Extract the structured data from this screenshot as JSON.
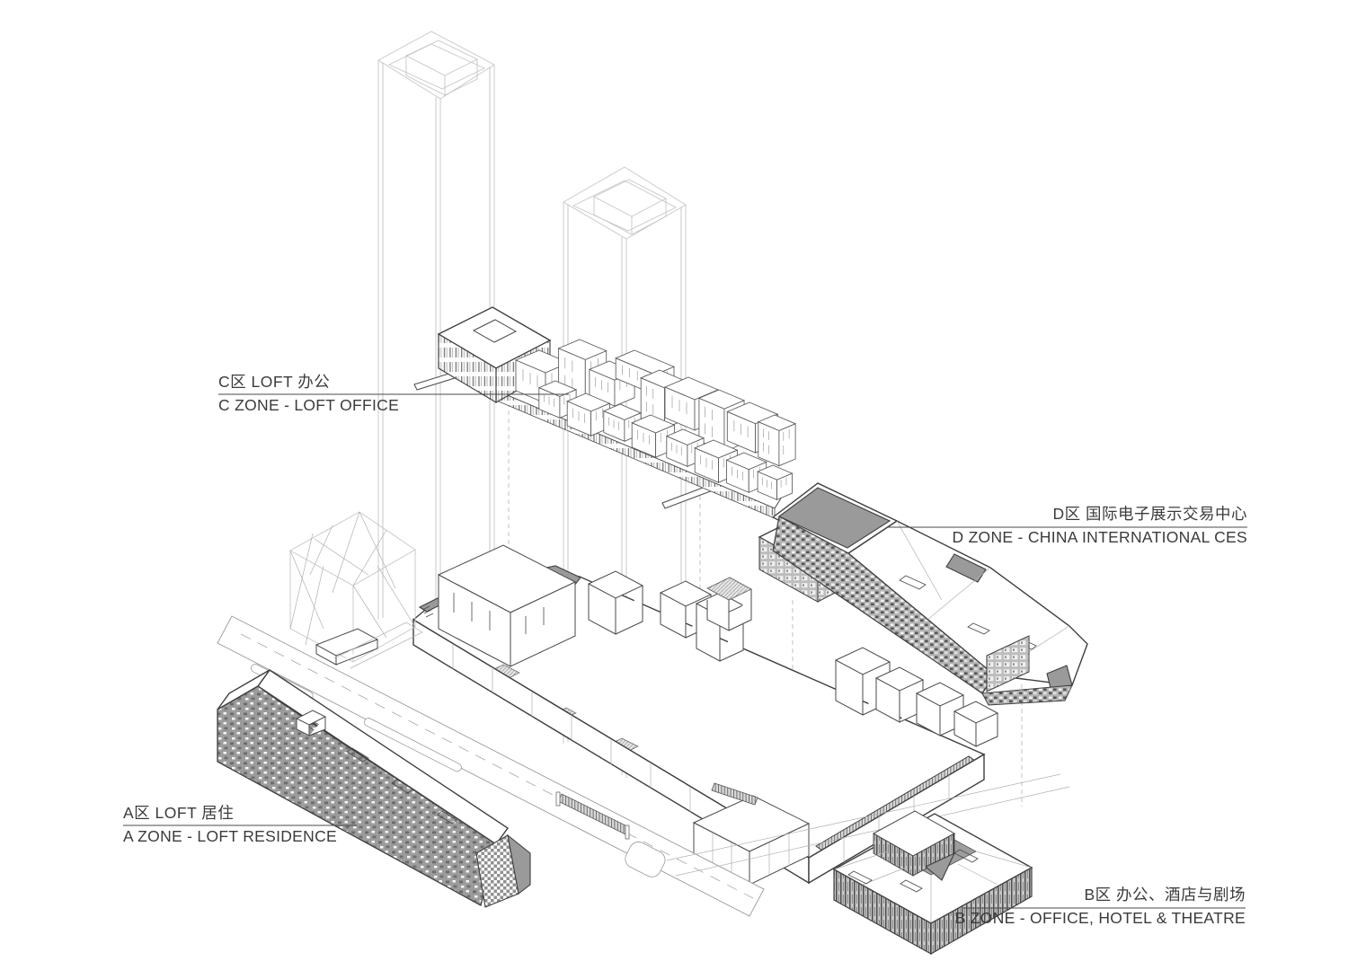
{
  "drawing": {
    "type": "axonometric exploded architectural zoning diagram",
    "background": "#ffffff"
  },
  "colors": {
    "background": "#ffffff",
    "heavy_line": "#3f3f3f",
    "line": "#4a4a4a",
    "light_line": "#c6c6c6",
    "roof_gray": "#9a9a9a",
    "facade_gray": "#9c9c9c",
    "text": "#3b3b3b"
  },
  "labels": {
    "zone_c": {
      "zh": "C区 LOFT 办公",
      "en": "C ZONE - LOFT OFFICE"
    },
    "zone_d": {
      "zh": "D区 国际电子展示交易中心",
      "en": "D ZONE - CHINA INTERNATIONAL CES"
    },
    "zone_a": {
      "zh": "A区 LOFT 居住",
      "en": "A ZONE - LOFT RESIDENCE"
    },
    "zone_b": {
      "zh": "B区 办公、酒店与剧场",
      "en": "B ZONE - OFFICE, HOTEL & THEATRE"
    }
  }
}
